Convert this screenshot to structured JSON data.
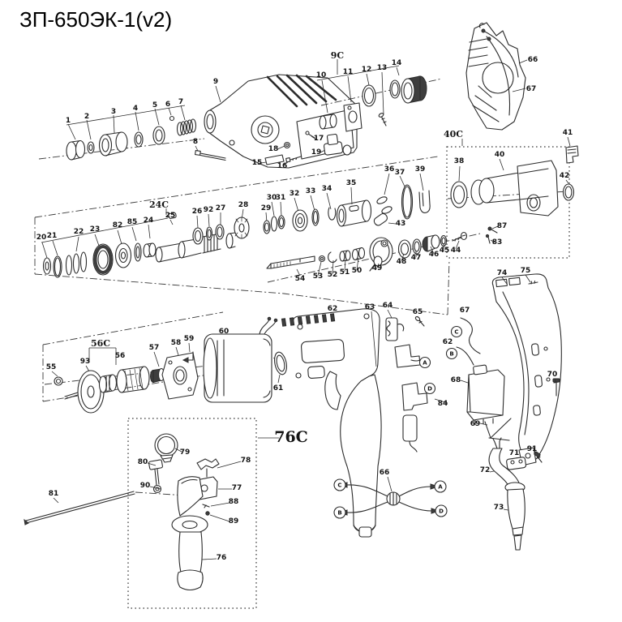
{
  "title": "ЗП-650ЭК-1(v2)",
  "groups": {
    "g9c": "9C",
    "g24c": "24C",
    "g40c": "40C",
    "g56c": "56C",
    "g76c": "76C"
  },
  "labels": {
    "p1": "1",
    "p2": "2",
    "p3": "3",
    "p4": "4",
    "p5": "5",
    "p6": "6",
    "p7": "7",
    "p8": "8",
    "p9": "9",
    "p10": "10",
    "p11": "11",
    "p12": "12",
    "p13": "13",
    "p14": "14",
    "p15": "15",
    "p16": "16",
    "p17": "17",
    "p18": "18",
    "p19": "19",
    "p20": "20",
    "p21": "21",
    "p22": "22",
    "p23": "23",
    "p24": "24",
    "p25": "25",
    "p26": "26",
    "p27": "27",
    "p28": "28",
    "p29": "29",
    "p30": "30",
    "p31": "31",
    "p32": "32",
    "p33": "33",
    "p34": "34",
    "p35": "35",
    "p36": "36",
    "p37": "37",
    "p38": "38",
    "p39": "39",
    "p40": "40",
    "p41": "41",
    "p42": "42",
    "p43": "43",
    "p44": "44",
    "p45": "45",
    "p46": "46",
    "p47": "47",
    "p48": "48",
    "p49": "49",
    "p50": "50",
    "p51": "51",
    "p52": "52",
    "p53": "53",
    "p54": "54",
    "p55": "55",
    "p56": "56",
    "p57": "57",
    "p58": "58",
    "p59": "59",
    "p60": "60",
    "p61": "61",
    "p62": "62",
    "p63": "63",
    "p64": "64",
    "p65": "65",
    "p66": "66",
    "p67": "67",
    "p68": "68",
    "p69": "69",
    "p70": "70",
    "p71": "71",
    "p72": "72",
    "p73": "73",
    "p74": "74",
    "p75": "75",
    "p76": "76",
    "p77": "77",
    "p78": "78",
    "p79": "79",
    "p80": "80",
    "p81": "81",
    "p82": "82",
    "p83": "83",
    "p84": "84",
    "p85": "85",
    "p87": "87",
    "p88": "88",
    "p89": "89",
    "p90": "90",
    "p91": "91",
    "p92": "92",
    "p93": "93",
    "p62w": "62",
    "p66h": "66",
    "p67w": "67"
  },
  "terminals": {
    "a": "A",
    "b": "B",
    "c": "C",
    "d": "D"
  }
}
